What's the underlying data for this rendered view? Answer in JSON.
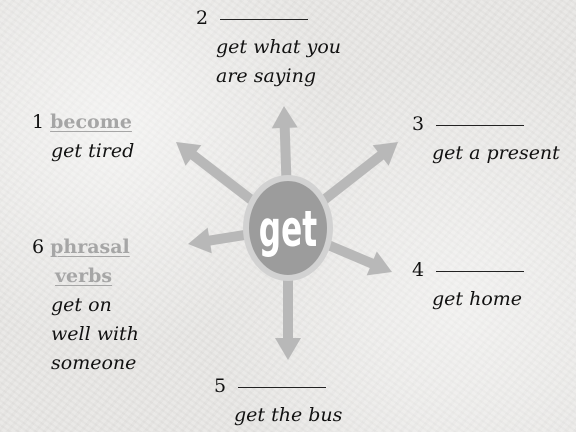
{
  "center": {
    "label": "get"
  },
  "colors": {
    "arrow": "#b8b8b8",
    "hub_fill": "#9c9c9c",
    "hub_text": "#ffffff",
    "answer": "#a6a6a6"
  },
  "items": [
    {
      "number": "1",
      "answer": "become",
      "phrase_lines": [
        "get tired"
      ]
    },
    {
      "number": "2",
      "answer": "",
      "phrase_lines": [
        "get what you",
        "are saying"
      ]
    },
    {
      "number": "3",
      "answer": "",
      "phrase_lines": [
        "get a present"
      ]
    },
    {
      "number": "4",
      "answer": "",
      "phrase_lines": [
        "get home"
      ]
    },
    {
      "number": "5",
      "answer": "",
      "phrase_lines": [
        "get the bus"
      ]
    },
    {
      "number": "6",
      "answer_lines": [
        "phrasal",
        "verbs"
      ],
      "phrase_lines": [
        "get on",
        "well with",
        "someone"
      ]
    }
  ]
}
